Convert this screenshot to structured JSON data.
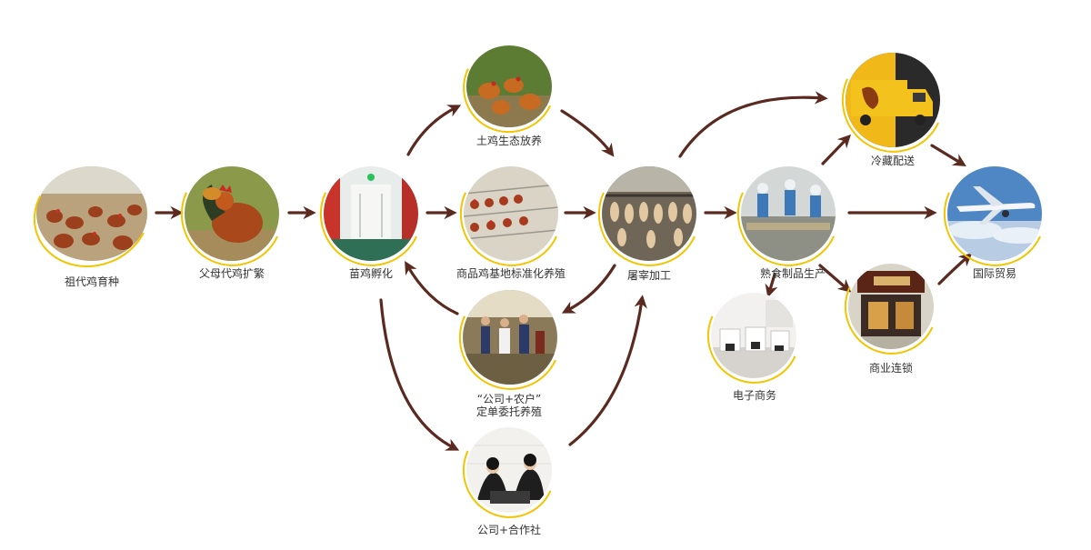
{
  "nodes": {
    "grandparent": {
      "label": "祖代鸡育种",
      "icon": "chicken-flock-photo"
    },
    "parent": {
      "label": "父母代鸡扩繁",
      "icon": "rooster-photo"
    },
    "hatch": {
      "label": "苗鸡孵化",
      "icon": "hatchery-room-photo"
    },
    "ecological": {
      "label": "土鸡生态放养",
      "icon": "free-range-chickens-photo"
    },
    "base": {
      "label": "商品鸡基地标准化养殖",
      "icon": "cage-farm-photo"
    },
    "contract": {
      "label_1": "“公司+农户”",
      "label_2": "定单委托养殖",
      "icon": "farmers-photo"
    },
    "coop": {
      "label": "公司+合作社",
      "icon": "cooperative-staff-photo"
    },
    "slaughter": {
      "label": "屠宰加工",
      "icon": "processing-line-photo"
    },
    "cooked": {
      "label": "熟食制品生产",
      "icon": "food-factory-photo"
    },
    "cold": {
      "label": "冷藏配送",
      "icon": "delivery-truck-photo"
    },
    "trade": {
      "label": "国际贸易",
      "icon": "airplane-photo"
    },
    "chain": {
      "label": "商业连锁",
      "icon": "storefront-photo"
    },
    "ecommerce": {
      "label": "电子商务",
      "icon": "office-photo"
    }
  },
  "colors": {
    "arrow": "#5a2a20",
    "ring": "#f3c400",
    "label": "#333333"
  }
}
